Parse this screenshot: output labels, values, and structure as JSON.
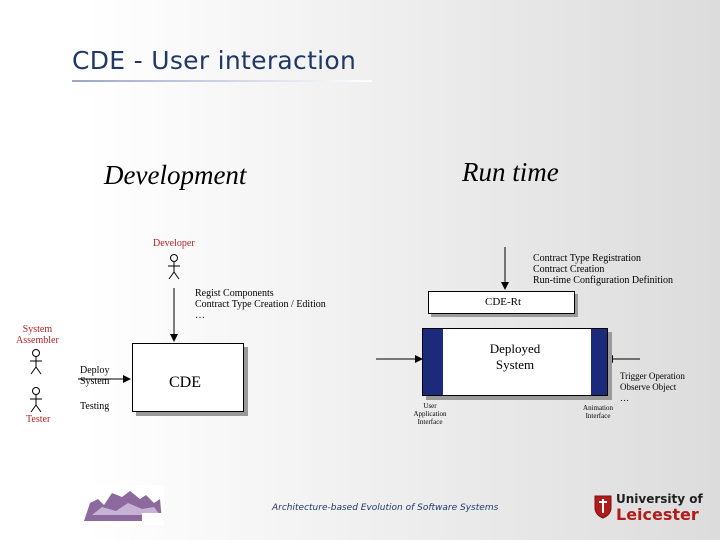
{
  "slide": {
    "title": "CDE - User interaction",
    "development_heading": "Development",
    "runtime_heading": "Run time",
    "footer": "Architecture-based Evolution of Software Systems",
    "university_line1": "University of",
    "university_line2": "Leicester"
  },
  "diagram": {
    "developer_label": "Developer",
    "developer_actions": "Regist Components\nContract Type Creation / Edition\n…",
    "runtime_actions": "Contract Type Registration\nContract Creation\nRun-time Configuration Definition",
    "cde_rt_label": "CDE-Rt",
    "system_assembler_label": "System\nAssembler",
    "tester_label": "Tester",
    "deploy_label": "Deploy\nSystem",
    "testing_label": "Testing",
    "cde_label": "CDE",
    "deployed_system_label": "Deployed\nSystem",
    "trigger_label": "Trigger Operation\nObserve Object\n…",
    "user_app_interface_label": "User\nApplication\nInterface",
    "animation_interface_label": "Animation\nInterface",
    "colors": {
      "interface_bar": "#1b2a7a",
      "actor_label": "#b22222",
      "title": "#1f3864"
    }
  }
}
